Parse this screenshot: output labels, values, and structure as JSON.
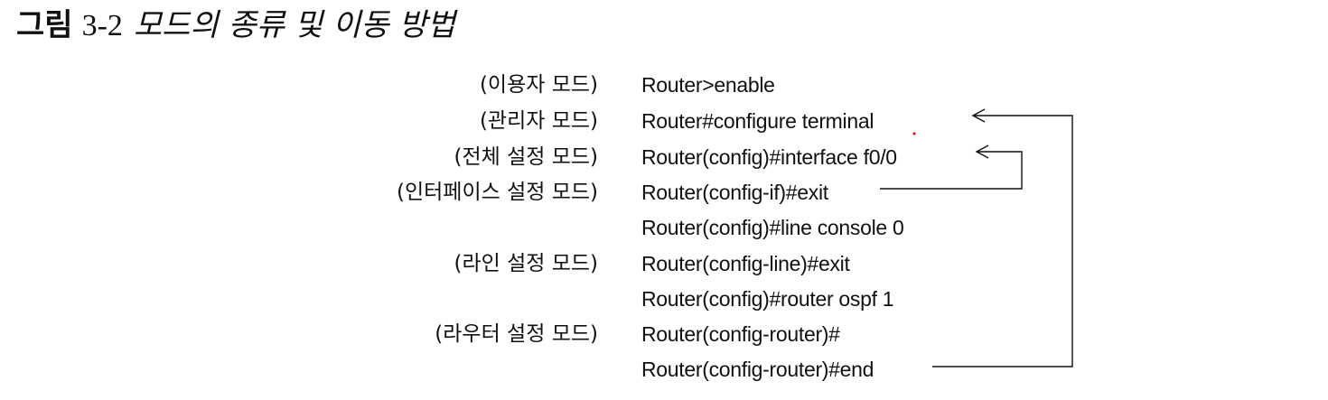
{
  "figure": {
    "title_lead": "그림",
    "title_number": "3-2",
    "title_caption": "모드의 종류 및 이동 방법"
  },
  "mode_labels": [
    "(이용자 모드)",
    "(관리자 모드)",
    "(전체 설정 모드)",
    "(인터페이스 설정 모드)",
    "(라인 설정 모드)",
    "(라우터 설정 모드)"
  ],
  "commands": [
    "Router>enable",
    "Router#configure terminal",
    "Router(config)#interface f0/0",
    "Router(config-if)#exit",
    "Router(config)#line console 0",
    "Router(config-line)#exit",
    "Router(config)#router ospf 1",
    "Router(config-router)#",
    "Router(config-router)#end"
  ]
}
